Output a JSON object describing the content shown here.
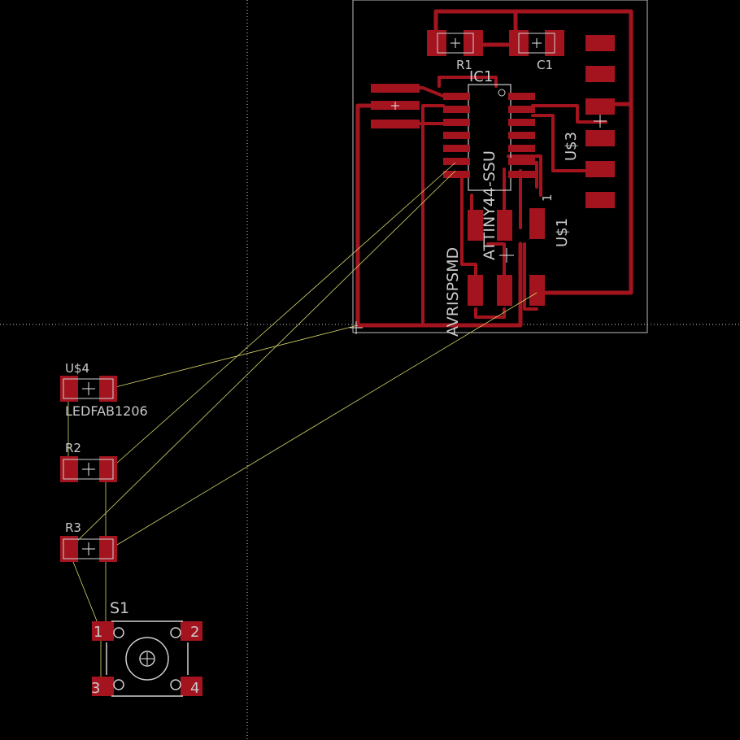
{
  "colors": {
    "background": "#000000",
    "copper": "#a3141f",
    "silkscreen": "#cfcfcf",
    "airwire": "#d6d66a",
    "outline": "#bdbdbd"
  },
  "labels": {
    "r1": "R1",
    "c1": "C1",
    "ic1": "IC1",
    "ic1_value": "ATTINY44-SSU",
    "u3": "U$3",
    "u1": "U$1",
    "u1_pin": "1",
    "avr": "AVRISPSMD",
    "u4": "U$4",
    "led": "LEDFAB1206",
    "r2": "R2",
    "r3": "R3",
    "s1": "S1",
    "s1_pin1": "1",
    "s1_pin2": "2",
    "s1_pin3": "3",
    "s1_pin4": "4"
  },
  "icons": [
    "origin-crosshair-icon",
    "component-origin-icon",
    "tactile-switch-icon"
  ]
}
